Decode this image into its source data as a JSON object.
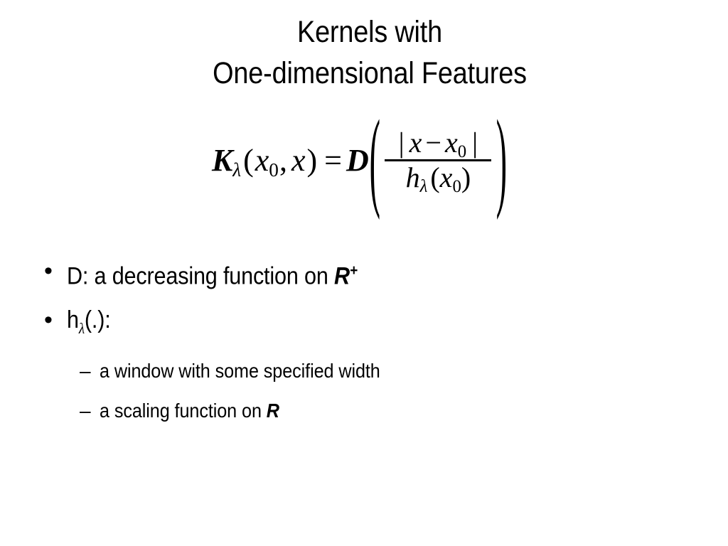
{
  "slide": {
    "background_color": "#ffffff",
    "text_color": "#000000"
  },
  "title": {
    "line1": "Kernels with",
    "line2": "One-dimensional Features"
  },
  "formula": {
    "full_text": "K_lambda(x_0, x) = D( | x - x_0 | / h_lambda(x_0) )",
    "lhs_function": "K",
    "lhs_subscript": "λ",
    "paren_open": "(",
    "arg_first": "x",
    "arg_first_subscript": "0",
    "arg_comma": ",",
    "arg_second": "x",
    "paren_close": ")",
    "equals": "=",
    "rhs_function": "D",
    "big_paren_open": "(",
    "big_paren_close": ")",
    "numerator": {
      "abs_open": "|",
      "term1": "x",
      "operator": "−",
      "term2": "x",
      "term2_subscript": "0",
      "abs_close": "|"
    },
    "denominator": {
      "function": "h",
      "subscript": "λ",
      "paren_open": "(",
      "argument": "x",
      "argument_subscript": "0",
      "paren_close": ")"
    }
  },
  "bullets": [
    {
      "marker": "•",
      "level": 1,
      "text_before": "D: a decreasing function on ",
      "symbol": "R",
      "superscript": "+",
      "text_after": ""
    },
    {
      "marker": "•",
      "level": 1,
      "text_before": "h",
      "subscript": "λ",
      "text_after": "(.):"
    },
    {
      "marker": "–",
      "level": 2,
      "text_before": "a window with some specified width",
      "symbol": "",
      "text_after": ""
    },
    {
      "marker": "–",
      "level": 2,
      "text_before": "a scaling function on ",
      "symbol": "R",
      "superscript": "",
      "text_after": ""
    }
  ]
}
